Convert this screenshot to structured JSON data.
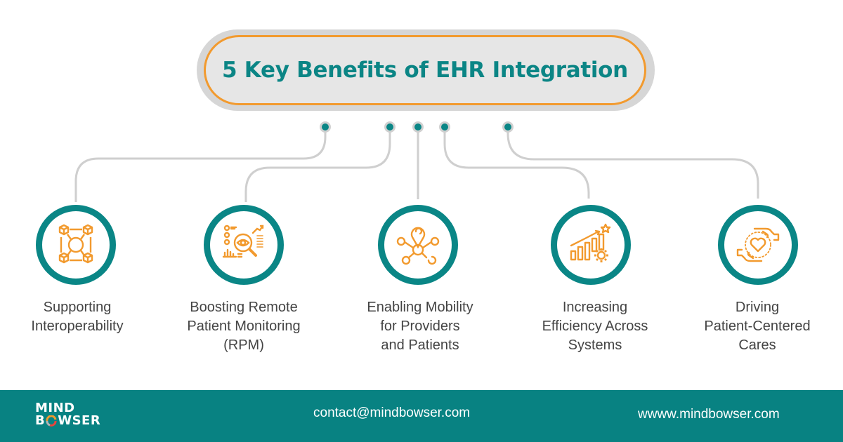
{
  "header": {
    "title": "5 Key Benefits of EHR Integration"
  },
  "benefits": [
    {
      "icon": "network-cubes-icon",
      "line1": "Supporting",
      "line2": "Interoperability",
      "line3": ""
    },
    {
      "icon": "remote-monitoring-eye-icon",
      "line1": "Boosting Remote",
      "line2": "Patient Monitoring",
      "line3": "(RPM)"
    },
    {
      "icon": "location-network-icon",
      "line1": "Enabling Mobility",
      "line2": "for Providers",
      "line3": "and Patients"
    },
    {
      "icon": "growth-chart-gear-icon",
      "line1": "Increasing",
      "line2": "Efficiency Across",
      "line3": "Systems"
    },
    {
      "icon": "hands-heart-icon",
      "line1": "Driving",
      "line2": "Patient-Centered",
      "line3": "Cares"
    }
  ],
  "footer": {
    "logo_line1": "MIND",
    "logo_line2_a": "B",
    "logo_line2_b": "WSER",
    "email": "contact@mindbowser.com",
    "website": "wwww.mindbowser.com"
  },
  "colors": {
    "teal": "#0a8686",
    "orange": "#f29a2e",
    "connector_gray": "#cccccc",
    "pill_gray": "#e6e6e6",
    "text_gray": "#444444"
  }
}
